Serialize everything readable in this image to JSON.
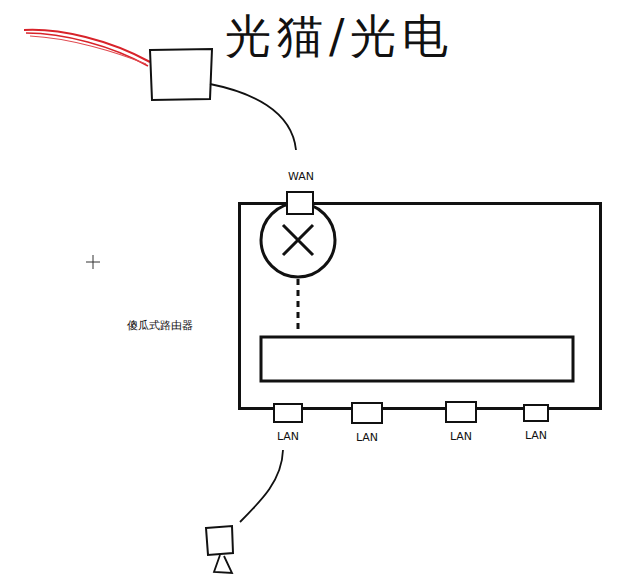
{
  "diagram": {
    "title": "光猫/光电",
    "nodes": [
      {
        "text": [
          "傻瓜式路由器"
        ]
      },
      {
        "text": [
          "WAN"
        ],
        "in": 0
      },
      {
        "text": [
          "LAN"
        ],
        "in": 0
      },
      {
        "text": [
          "LAN"
        ],
        "in": 0
      },
      {
        "text": [
          "LAN"
        ],
        "in": 0
      },
      {
        "text": [
          "LAN"
        ],
        "in": 0
      }
    ]
  }
}
